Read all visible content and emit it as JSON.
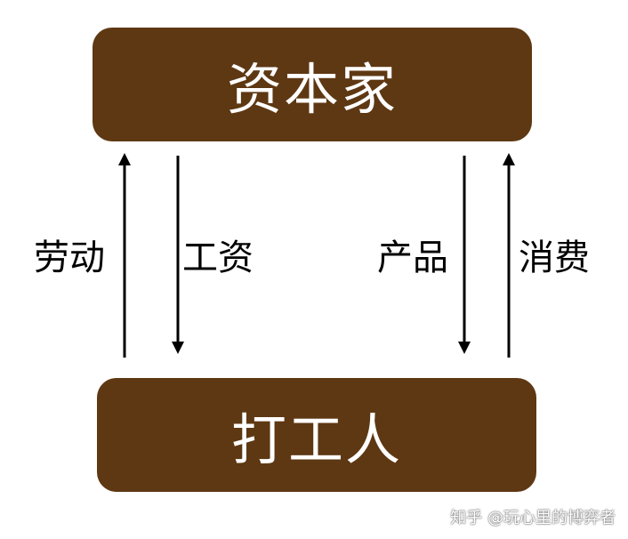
{
  "nodes": {
    "capitalist": "资本家",
    "worker": "打工人"
  },
  "flows": {
    "labor": "劳动",
    "wage": "工资",
    "product": "产品",
    "consume": "消费"
  },
  "watermark": "知乎 @玩心里的博弈者",
  "colors": {
    "box_fill": "#5e3813",
    "box_text": "#ffffff",
    "arrow": "#000000",
    "label": "#000000"
  }
}
